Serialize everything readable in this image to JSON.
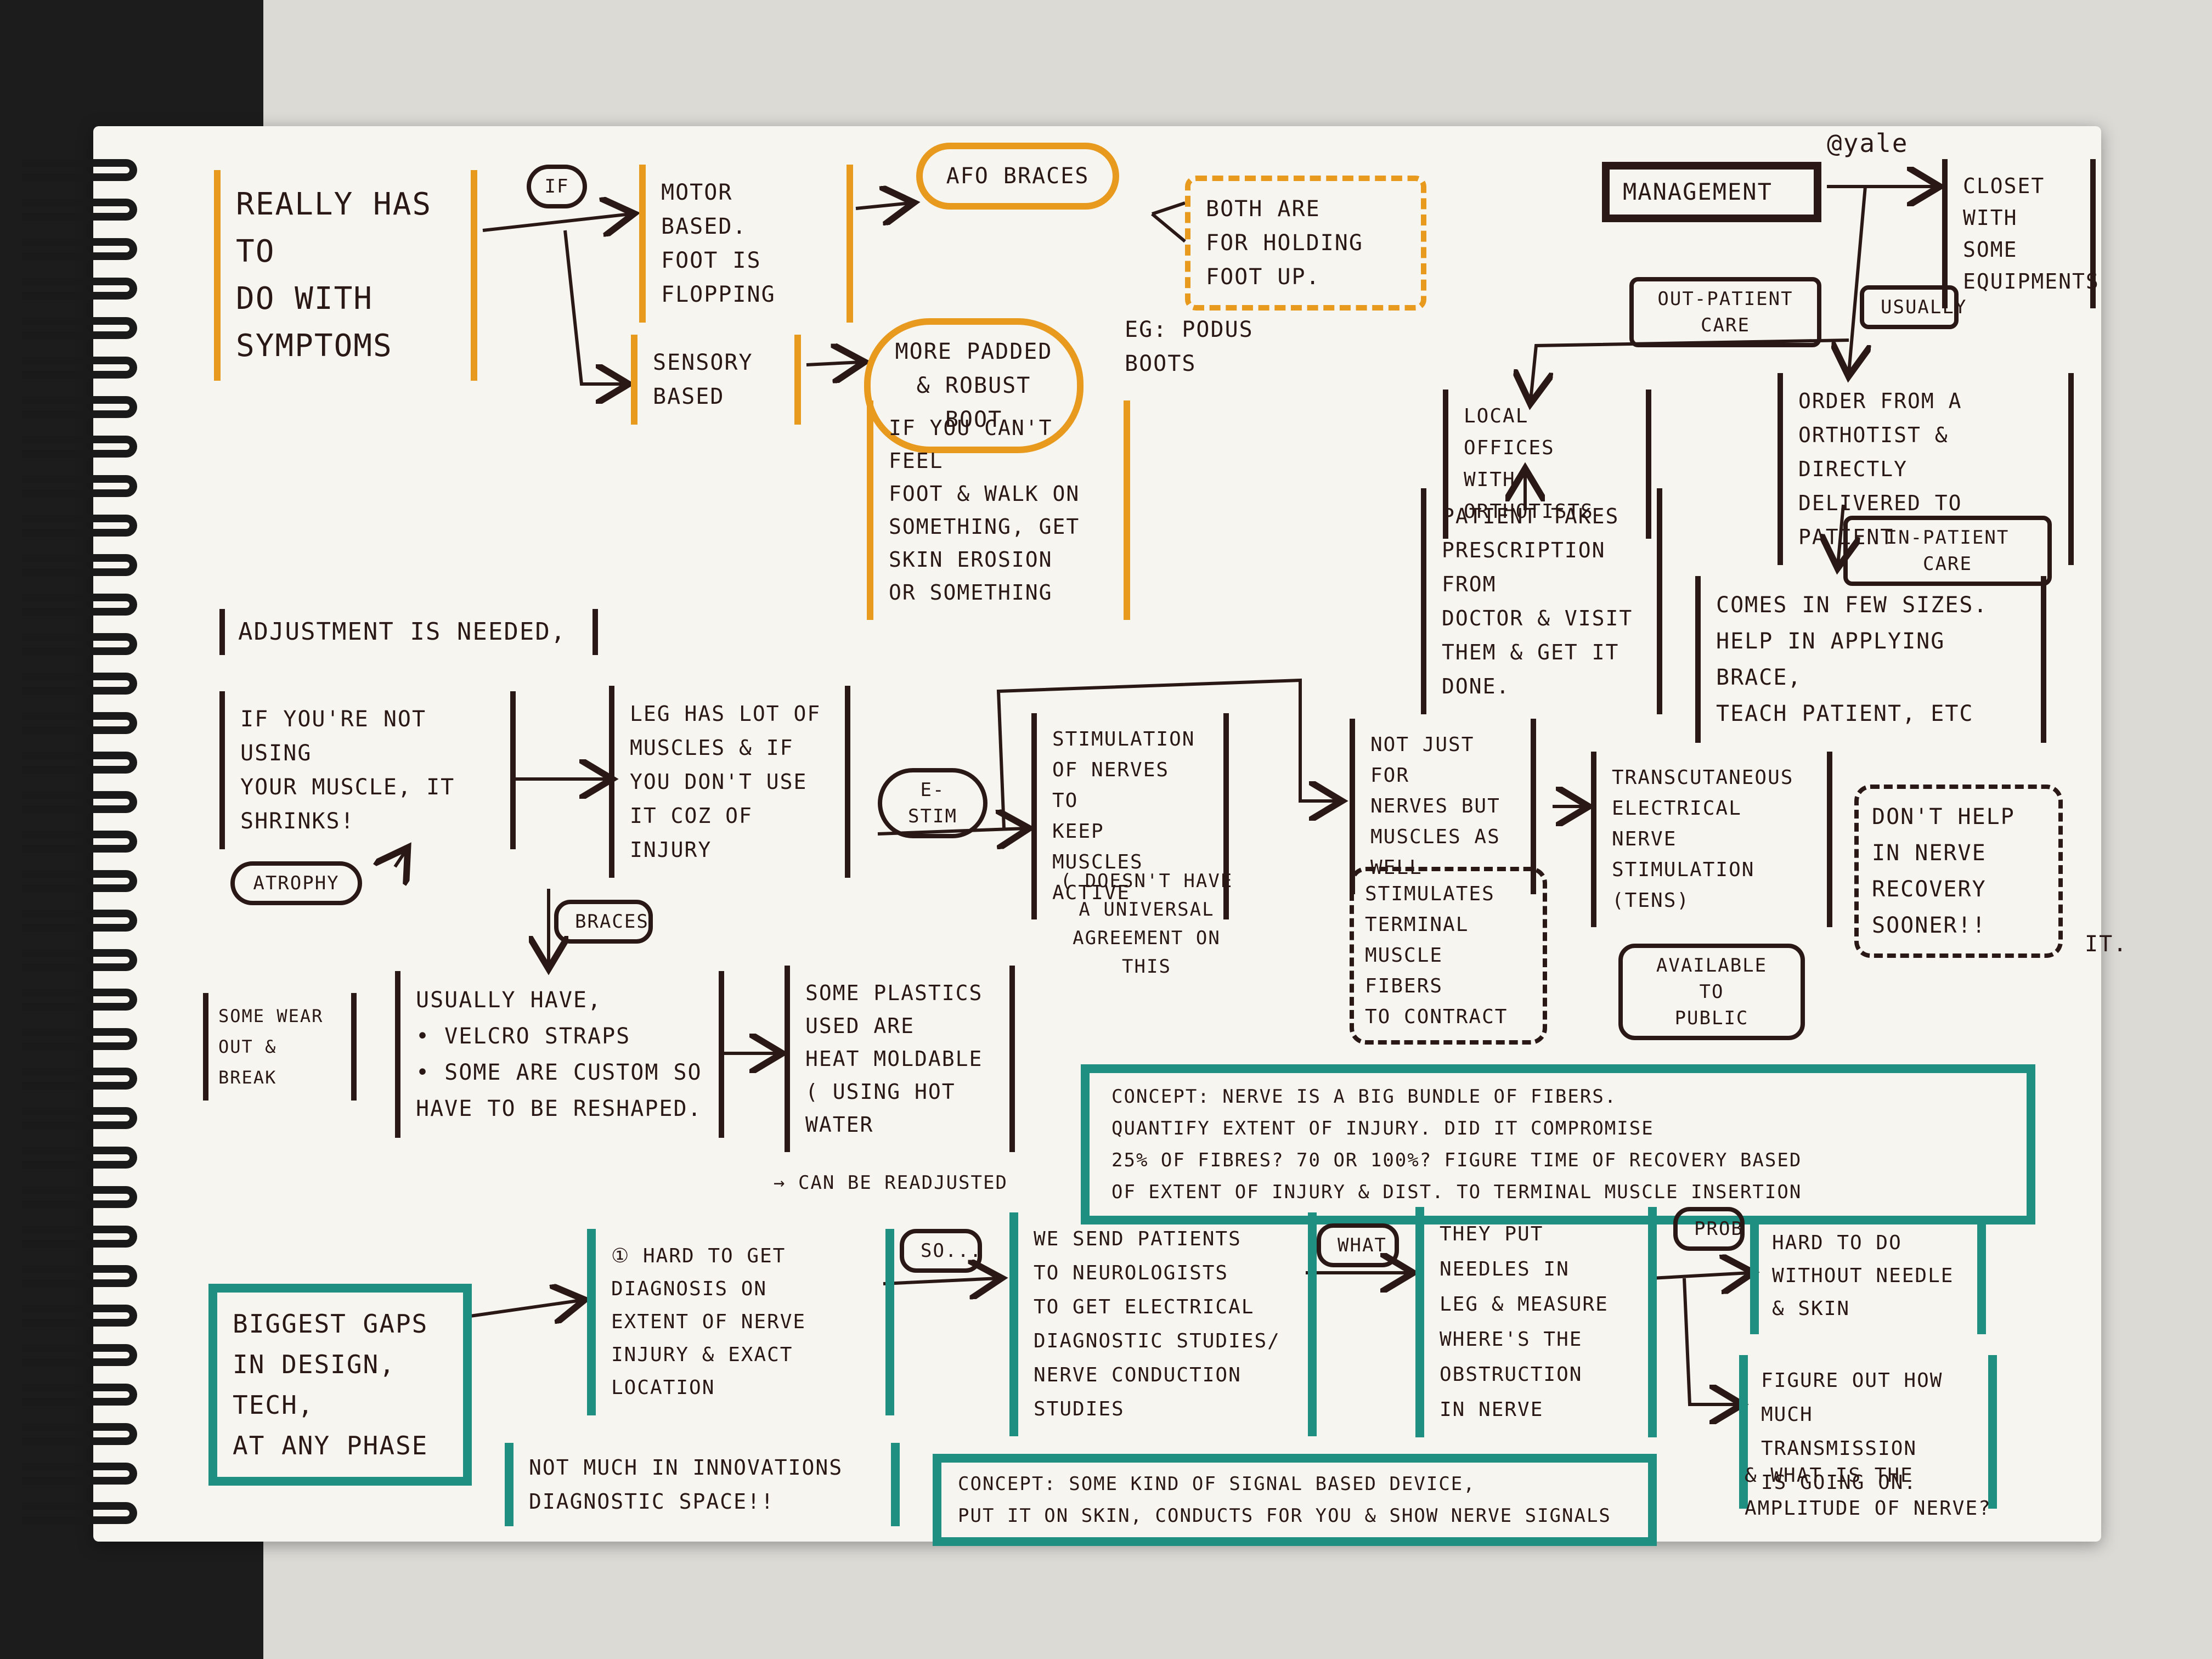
{
  "notes": {
    "symptoms": "REALLY HAS TO\nDO WITH\nSYMPTOMS",
    "if_label": "IF",
    "motor_based": "MOTOR BASED.\nFOOT IS\nFLOPPING",
    "afo_braces": "AFO BRACES",
    "both_are": "BOTH ARE\nFOR HOLDING\nFOOT UP.",
    "sensory_based": "SENSORY\nBASED",
    "padded_boot": "MORE PADDED\n& ROBUST BOOT",
    "podus_boots": "eg: PODUS\nBOOTS",
    "cant_feel": "IF YOU CAN'T FEEL\nFOOT & WALK ON\nSOMETHING, GET\nSKIN EROSION\nOR SOMETHING",
    "yale": "@yale",
    "management": "MANAGEMENT",
    "closet": "CLOSET\nWITH SOME\nEQUIPMENTS",
    "outpatient": "OUT-PATIENT CARE",
    "usually": "USUALLY",
    "local_offices": "LOCAL OFFICES\nWITH ORTHOTISTS",
    "order_from": "ORDER FROM A\nORTHOTIST & DIRECTLY\nDELIVERED TO PATIENT",
    "patient_takes": "PATIENT TAKES\nPRESCRIPTION FROM\nDOCTOR & VISIT\nTHEM & GET IT\nDONE.",
    "inpatient": "IN-PATIENT CARE",
    "comes_in": "COMES IN FEW SIZES.\nHELP IN APPLYING BRACE,\nTEACH PATIENT, ETC",
    "adjustment": "ADJUSTMENT IS NEEDED,",
    "not_using": "IF YOU'RE NOT USING\nYOUR MUSCLE, IT\nSHRINKS!",
    "atrophy": "ATROPHY",
    "leg_muscles": "LEG HAS LOT OF\nMUSCLES & IF\nYOU DON'T USE\nIT COZ OF\nINJURY",
    "estim": "E-STIM",
    "stimulation": "STIMULATION\nOF NERVES TO\nKEEP MUSCLES\nACTIVE",
    "no_agreement": "( DOESN'T HAVE\nA UNIVERSAL\nAGREEMENT ON\nTHIS",
    "not_just_nerves": "NOT JUST FOR\nNERVES BUT\nMUSCLES AS\nWELL",
    "stimulates_terminal": "STIMULATES\nTERMINAL\nMUSCLE FIBERS\nTO CONTRACT",
    "tens": "TRANSCUTANEOUS\nELECTRICAL\nNERVE\nSTIMULATION\n(TENS)",
    "available_public": "AVAILABLE TO\nPUBLIC",
    "dont_help": "DON'T HELP\nIN NERVE\nRECOVERY\nSOONER!!",
    "it_mark": "IT.",
    "braces_label": "BRACES",
    "wear_out": "SOME WEAR\nOUT & BREAK",
    "velcro": "USUALLY HAVE,\n• VELCRO STRAPS\n• SOME ARE CUSTOM SO\nHAVE TO BE RESHAPED.",
    "plastics": "SOME PLASTICS\nUSED ARE\nHEAT MOLDABLE\n( USING HOT\nWATER",
    "readjusted": "→ CAN BE READJUSTED",
    "concept_nerve": "CONCEPT: NERVE IS A BIG BUNDLE OF FIBERS.\nQUANTIFY EXTENT OF INJURY. DID IT COMPROMISE\n25% OF FIBRES? 70 OR 100%? FIGURE TIME OF RECOVERY BASED\nOF EXTENT OF INJURY & DIST. TO TERMINAL MUSCLE INSERTION",
    "biggest_gaps": "BIGGEST GAPS\nIN DESIGN, TECH,\nAT ANY PHASE",
    "hard_diagnosis": "① HARD TO GET\nDIAGNOSIS ON\nEXTENT OF NERVE\nINJURY & EXACT\nLOCATION",
    "so_label": "SO...",
    "send_patients": "WE SEND PATIENTS\nTO NEUROLOGISTS\nTO GET ELECTRICAL\nDIAGNOSTIC STUDIES/\nNERVE CONDUCTION\nSTUDIES",
    "what_label": "WHAT",
    "needles": "THEY PUT\nNEEDLES IN\nLEG & MEASURE\nWHERE'S THE\nOBSTRUCTION\nIN NERVE",
    "prob_label": "PROB",
    "hard_to_do": "HARD TO DO\nWITHOUT NEEDLE\n& SKIN",
    "figure_out": "FIGURE OUT HOW\nMUCH TRANSMISSION\nIS GOING ON.",
    "amplitude": "& WHAT IS THE\nAMPLITUDE OF NERVE?",
    "not_much": "NOT MUCH IN INNOVATIONS\nDIAGNOSTIC SPACE!!",
    "concept_signal": "CONCEPT: SOME KIND OF SIGNAL BASED DEVICE,\nPUT IT ON SKIN, CONDUCTS FOR YOU & SHOW NERVE SIGNALS"
  },
  "colors": {
    "ink": "#2a1816",
    "orange": "#e89a1f",
    "teal": "#1e8f80",
    "paper": "#f7f5ef"
  }
}
